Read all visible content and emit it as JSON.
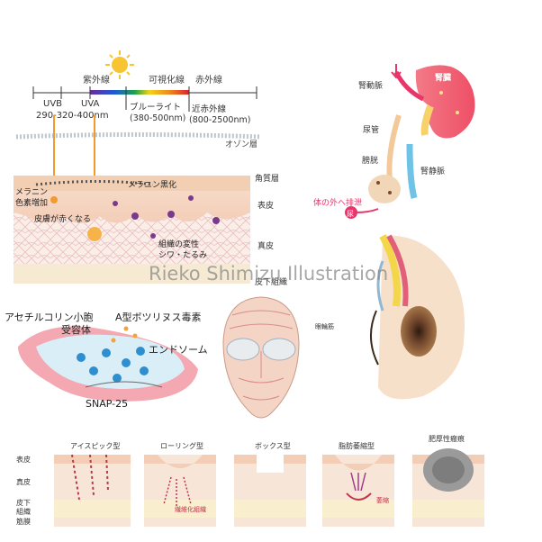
{
  "spectrum": {
    "uv": "紫外線",
    "visible": "可視化線",
    "ir": "赤外線",
    "uvb": "UVB",
    "uva": "UVA",
    "uv_range": "290-320-400nm",
    "blue_light": "ブルーライト",
    "blue_range": "(380-500nm)",
    "near_ir": "近赤外線",
    "near_ir_range": "(800-2500nm)",
    "ozone": "オゾン層",
    "colors": [
      "#6a2aa0",
      "#1e5bd6",
      "#19a34a",
      "#f2d21b",
      "#f08a1c",
      "#d9232d"
    ]
  },
  "skin": {
    "stratum_corneum": "角質層",
    "epidermis": "表皮",
    "dermis": "真皮",
    "subcutis": "皮下組織",
    "melanin_increase_1": "メラニン",
    "melanin_increase_2": "色素増加",
    "melanin_darkening": "メラニン黒化",
    "redness": "皮膚が赤くなる",
    "tissue_change_1": "組織の変性",
    "tissue_change_2": "シワ・たるみ"
  },
  "kidney": {
    "kidney": "腎臓",
    "renal_artery": "腎動脈",
    "ureter": "尿管",
    "renal_vein": "腎静脈",
    "bladder": "膀胱",
    "excretion": "体の外へ排泄",
    "urine": "尿",
    "accent": "#e8356a"
  },
  "watermark": "Rieko Shimizu Illustration",
  "botulinum": {
    "vesicle": "アセチルコリン小胞",
    "toxin": "A型ボツリヌス毒素",
    "receptor": "受容体",
    "endosome": "エンドソーム",
    "snap": "SNAP-25"
  },
  "face": {
    "orbicularis": "眼輪筋"
  },
  "scars": {
    "row_epidermis": "表皮",
    "row_dermis": "真皮",
    "row_subcutis_1": "皮下",
    "row_subcutis_2": "組織",
    "row_muscle": "筋膜",
    "icepick": "アイスピック型",
    "rolling": "ローリング型",
    "boxcar": "ボックス型",
    "atrophic": "脂肪萎縮型",
    "hypertrophic": "肥厚性瘢痕",
    "fibrosis": "繊維化組織",
    "atrophy": "萎縮"
  }
}
